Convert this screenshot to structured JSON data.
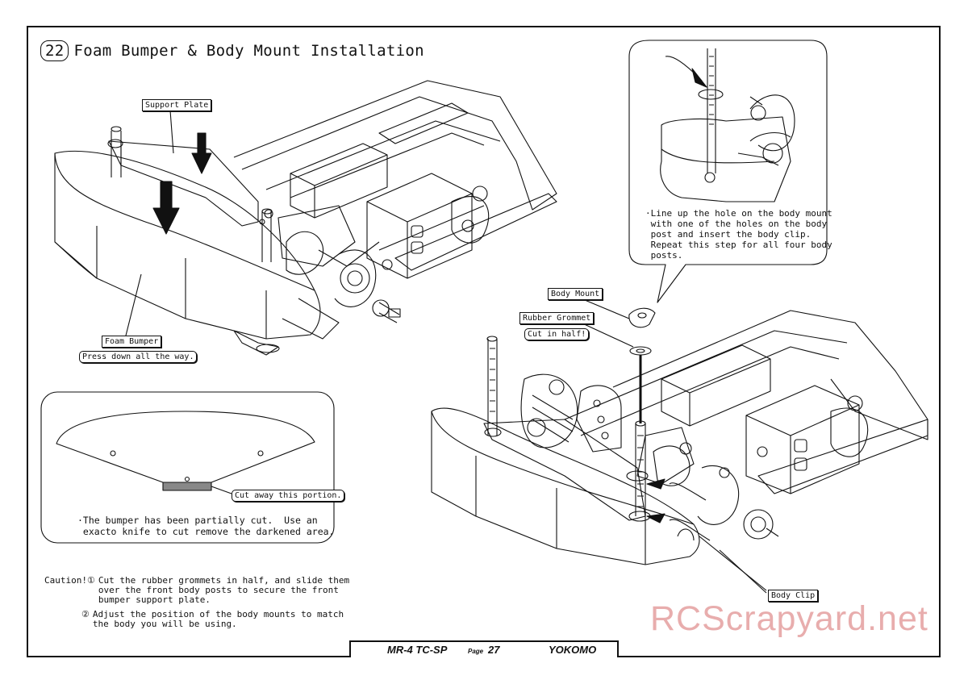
{
  "step": {
    "number": "22",
    "title": "Foam Bumper & Body Mount Installation"
  },
  "labels": {
    "support_plate": "Support Plate",
    "foam_bumper": "Foam Bumper",
    "press_down": "Press down all the way.",
    "body_mount": "Body Mount",
    "rubber_grommet": "Rubber Grommet",
    "cut_in_half": "Cut in half!",
    "body_clip": "Body Clip",
    "cut_away": "Cut away this portion."
  },
  "callouts": {
    "body_mount_note": "·Line up the hole on the body mount\n with one of the holes on the body\n post and insert the body clip.\n Repeat this step for all four body\n posts.",
    "bumper_note": "·The bumper has been partially cut.  Use an\n exacto knife to cut remove the darkened area."
  },
  "caution": {
    "prefix": "Caution!",
    "item1_num": "①",
    "item1": "Cut the rubber grommets in half, and slide them\nover the front body posts to secure the front\nbumper support plate.",
    "item2_num": "②",
    "item2": "Adjust the position of the body mounts to match\nthe body you will be using."
  },
  "footer": {
    "model": "MR-4 TC-SP",
    "page_label": "Page",
    "page_number": "27",
    "brand": "YOKOMO"
  },
  "watermark": "RCScrapyard.net"
}
